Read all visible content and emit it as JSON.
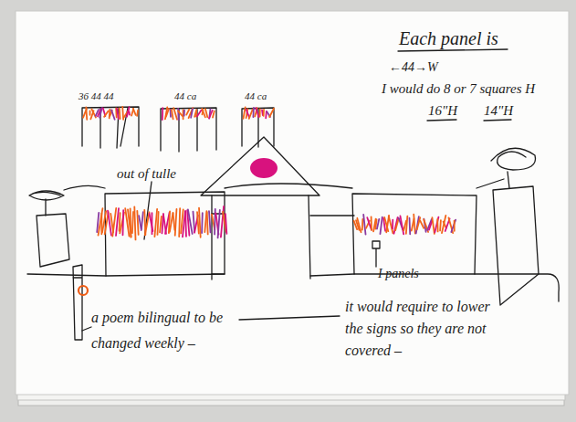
{
  "diagram": {
    "labels": [
      "36 44 44",
      "44 ca",
      "44 ca",
      "Each panel is",
      "←44→W",
      "I would do 8 or 7 squares H",
      "16\"H",
      "14\"H",
      "out of tulle",
      "I panels",
      "a poem bilingual to be changed weekly –",
      "it would require to lower the signs so they are not covered –"
    ]
  }
}
